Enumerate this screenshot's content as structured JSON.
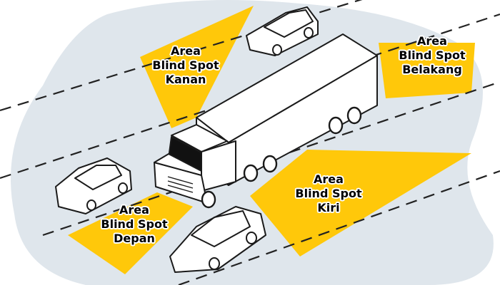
{
  "zones": {
    "right": {
      "line1": "Area",
      "line2": "Blind Spot",
      "line3": "Kanan"
    },
    "rear": {
      "line1": "Area",
      "line2": "Blind Spot",
      "line3": "Belakang"
    },
    "front": {
      "line1": "Area",
      "line2": "Blind Spot",
      "line3": "Depan"
    },
    "left": {
      "line1": "Area",
      "line2": "Blind Spot",
      "line3": "Kiri"
    }
  },
  "colors": {
    "zone": "#ffc80a",
    "background_blob": "#dfe6ec",
    "road_lines": "#222222",
    "outline": "#1a1a1a",
    "vehicle_fill": "#ffffff",
    "windshield": "#111111"
  }
}
